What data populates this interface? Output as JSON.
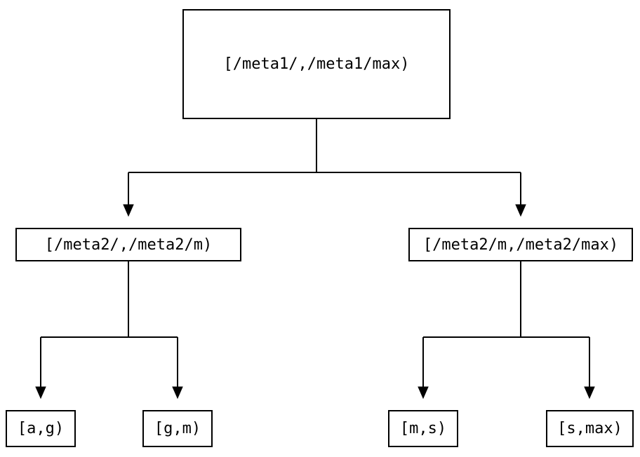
{
  "diagram": {
    "description": "binary partition tree of key ranges",
    "root": {
      "label": "[/meta1/,/meta1/max)"
    },
    "level2": [
      {
        "label": "[/meta2/,/meta2/m)"
      },
      {
        "label": "[/meta2/m,/meta2/max)"
      }
    ],
    "leaves": [
      {
        "label": "[a,g)"
      },
      {
        "label": "[g,m)"
      },
      {
        "label": "[m,s)"
      },
      {
        "label": "[s,max)"
      }
    ],
    "colors": {
      "line": "#000000",
      "box_border": "#000000",
      "box_fill": "#ffffff",
      "background": "#ffffff",
      "text": "#000000"
    }
  }
}
